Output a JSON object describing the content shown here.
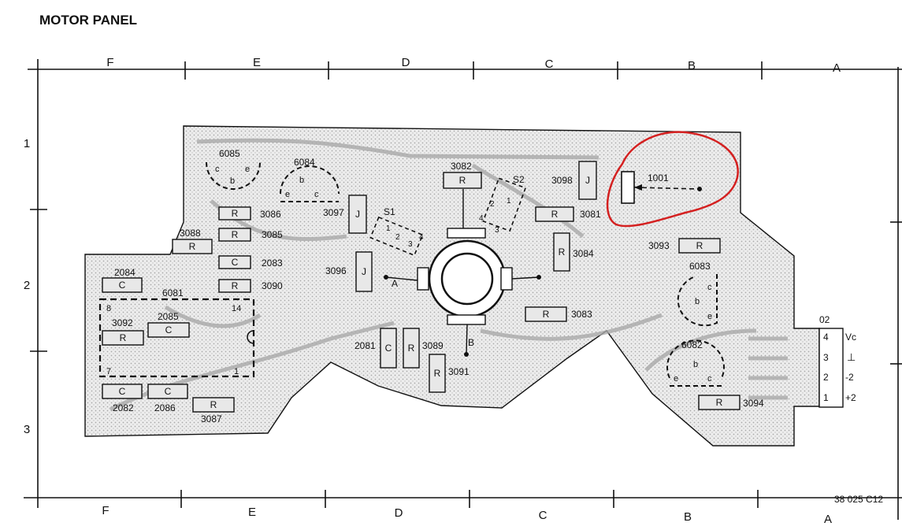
{
  "title": "MOTOR PANEL",
  "drawing_number": "38 025 C12",
  "grid": {
    "columns": [
      "F",
      "E",
      "D",
      "C",
      "B",
      "A"
    ],
    "rows": [
      "1",
      "2",
      "3"
    ]
  },
  "connector": {
    "name": "02",
    "pins": [
      "4",
      "3",
      "2",
      "1"
    ],
    "signals": [
      "Vc",
      "⊥",
      "-2",
      "+2"
    ]
  },
  "ic": {
    "name": "6081",
    "pins": [
      "8",
      "14",
      "7",
      "1"
    ]
  },
  "transistors": [
    {
      "ref": "6085",
      "leads": [
        "c",
        "b",
        "e"
      ]
    },
    {
      "ref": "6084",
      "leads": [
        "e",
        "b",
        "c"
      ]
    },
    {
      "ref": "6083",
      "leads": [
        "e",
        "b",
        "c"
      ]
    },
    {
      "ref": "6082",
      "leads": [
        "e",
        "b",
        "c"
      ]
    }
  ],
  "switches": [
    {
      "ref": "S1",
      "pins": [
        "1",
        "2",
        "3",
        "4"
      ]
    },
    {
      "ref": "S2",
      "pins": [
        "1",
        "2",
        "3",
        "4"
      ]
    }
  ],
  "components": [
    {
      "ref": "3086",
      "type": "R"
    },
    {
      "ref": "3085",
      "type": "R"
    },
    {
      "ref": "3088",
      "type": "R"
    },
    {
      "ref": "2083",
      "type": "C"
    },
    {
      "ref": "3090",
      "type": "R"
    },
    {
      "ref": "2084",
      "type": "C"
    },
    {
      "ref": "3092",
      "type": "R"
    },
    {
      "ref": "2085",
      "type": "C"
    },
    {
      "ref": "2082",
      "type": "C"
    },
    {
      "ref": "2086",
      "type": "C"
    },
    {
      "ref": "3087",
      "type": "R"
    },
    {
      "ref": "3097",
      "type": "J"
    },
    {
      "ref": "3096",
      "type": "J"
    },
    {
      "ref": "3082",
      "type": "R"
    },
    {
      "ref": "3098",
      "type": "J"
    },
    {
      "ref": "3081",
      "type": "R"
    },
    {
      "ref": "3084",
      "type": "R"
    },
    {
      "ref": "3083",
      "type": "R"
    },
    {
      "ref": "2081",
      "type": "C"
    },
    {
      "ref": "3089",
      "type": "R"
    },
    {
      "ref": "3091",
      "type": "R"
    },
    {
      "ref": "3093",
      "type": "R"
    },
    {
      "ref": "3094",
      "type": "R"
    }
  ],
  "potentiometer": {
    "ref": "1001"
  },
  "motor_terminals": [
    "A",
    "B"
  ],
  "highlight_color": "#d42020"
}
